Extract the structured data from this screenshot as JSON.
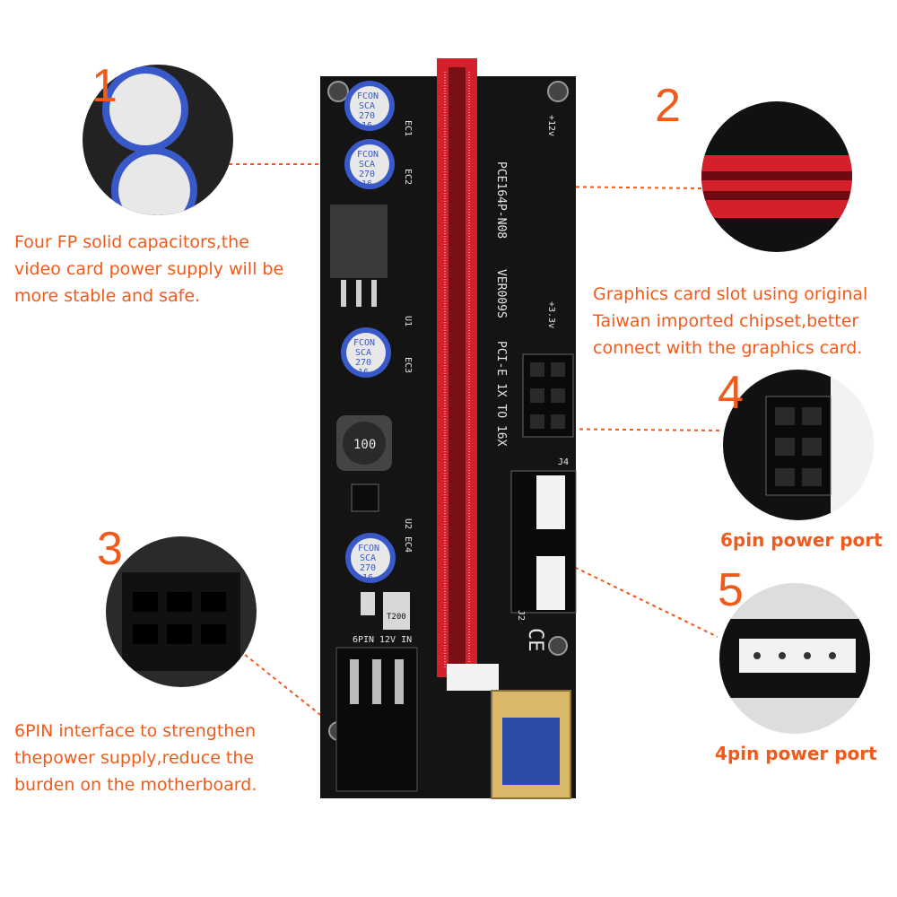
{
  "callouts": [
    {
      "number": "1",
      "text": "Four FP solid capacitors,the\nvideo card power supply will be\nmore stable and safe."
    },
    {
      "number": "2",
      "text": "Graphics card slot using original\nTaiwan imported chipset,better\nconnect with the graphics card."
    },
    {
      "number": "3",
      "text": "6PIN interface to strengthen\nthepower supply,reduce the\nburden on the motherboard."
    },
    {
      "number": "4",
      "text": "6pin power port"
    },
    {
      "number": "5",
      "text": "4pin power port"
    }
  ],
  "board": {
    "model": "PCE164P-N08",
    "brand": "VER009S",
    "spec": "PCI-E 1X TO 16X",
    "capacitor_brand": "FCON",
    "capacitor_series": "SCA",
    "capacitor_value": "270",
    "capacitor_voltage": "16",
    "inductor": "100",
    "fuse": "T200",
    "label_6pin": "6PIN",
    "label_12v": "12V IN",
    "label_v12": "+12v",
    "label_v33": "+3.3v",
    "label_j4": "J4",
    "label_j2": "J2",
    "label_ec1": "EC1",
    "label_ec2": "EC2",
    "label_ec3": "EC3",
    "label_ec4": "EC4",
    "label_u1": "U1",
    "label_u2": "U2",
    "label_ce": "CE"
  },
  "colors": {
    "accent": "#f05a1a",
    "pcb": "#141414",
    "slot": "#d4202a",
    "capacitor": "#3a59c9"
  }
}
